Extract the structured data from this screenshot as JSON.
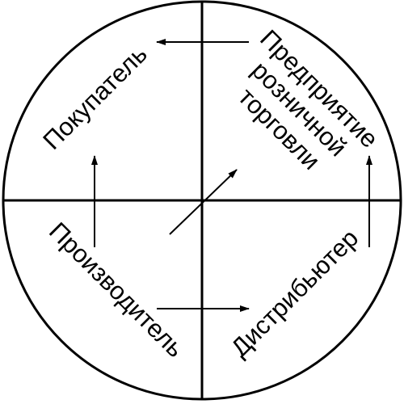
{
  "diagram": {
    "labels": {
      "buyer": "Покупатель",
      "retailer_line1": "Предприятие",
      "retailer_line2": "розничной",
      "retailer_line3": "торговли",
      "producer": "Производитель",
      "distributor": "Дистрибьютер"
    }
  }
}
